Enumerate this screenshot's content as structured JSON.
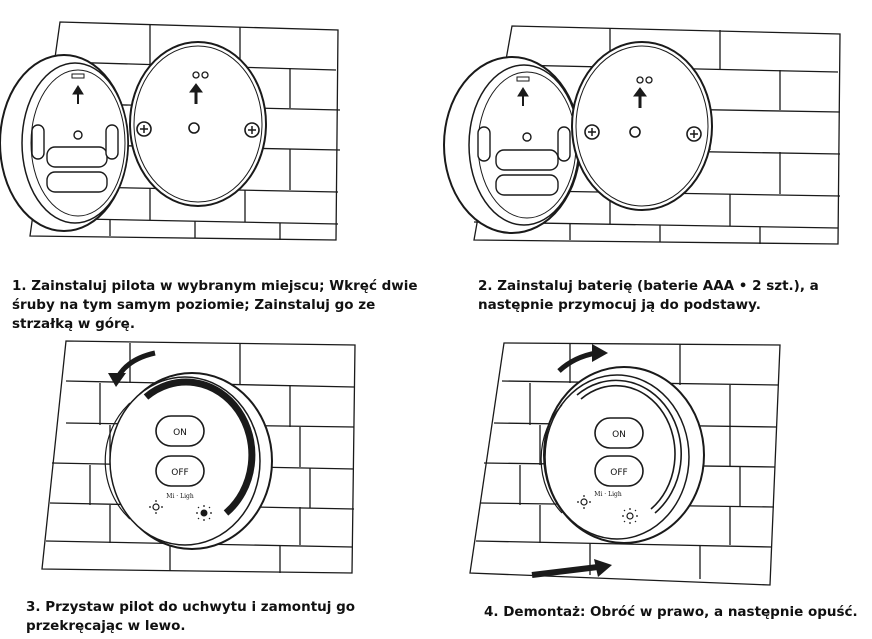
{
  "steps": [
    {
      "caption": "1. Zainstaluj pilota w wybranym miejscu; Wkręć dwie śruby na tym samym poziomie; Zainstaluj go ze strzałką w górę."
    },
    {
      "caption": "2. Zainstaluj baterię (baterie AAA • 2 szt.), a następnie przymocuj ją do podstawy."
    },
    {
      "caption": "3. Przystaw pilot do uchwytu i zamontuj go przekręcając w lewo."
    },
    {
      "caption": "4. Demontaż: Obróć w prawo, a następnie opuść."
    }
  ],
  "remote": {
    "on_label": "ON",
    "off_label": "OFF",
    "brand_label": "Mi · Ligh"
  },
  "colors": {
    "line": "#1a1a1a",
    "background": "#ffffff"
  }
}
